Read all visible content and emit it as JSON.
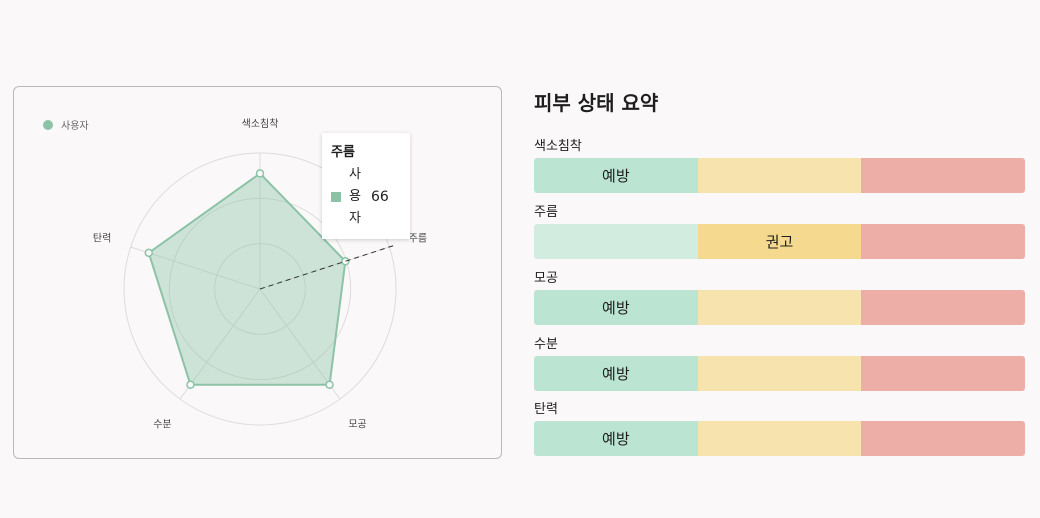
{
  "chart_data": {
    "type": "radar",
    "axes": [
      "색소침착",
      "주름",
      "모공",
      "수분",
      "탄력"
    ],
    "series": [
      {
        "name": "사용자",
        "values": [
          85,
          66,
          87,
          87,
          86
        ]
      }
    ],
    "range": [
      0,
      100
    ],
    "grid_levels": 3,
    "legend": "top-left",
    "color": "#8cc3a7",
    "tooltip": {
      "category": "주름",
      "series": "사용자",
      "value": "66"
    }
  },
  "summary": {
    "title": "피부 상태 요약",
    "metrics": [
      {
        "label": "색소침착",
        "level": 0,
        "level_label": "예방"
      },
      {
        "label": "주름",
        "level": 1,
        "level_label": "권고"
      },
      {
        "label": "모공",
        "level": 0,
        "level_label": "예방"
      },
      {
        "label": "수분",
        "level": 0,
        "level_label": "예방"
      },
      {
        "label": "탄력",
        "level": 0,
        "level_label": "예방"
      }
    ]
  }
}
